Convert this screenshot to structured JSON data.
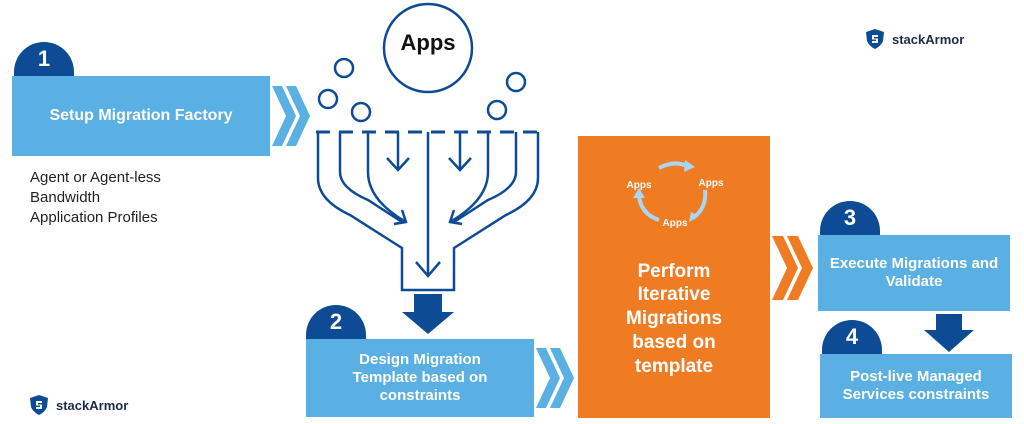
{
  "brand": {
    "name": "stackArmor"
  },
  "steps": [
    {
      "number": "1",
      "label": "Setup Migration Factory"
    },
    {
      "number": "2",
      "label": "Design Migration Template based on constraints"
    },
    {
      "number": "3",
      "label": "Execute Migrations and Validate"
    },
    {
      "number": "4",
      "label": "Post-live Managed Services constraints"
    }
  ],
  "notes": [
    "Agent or Agent-less",
    "Bandwidth",
    "Application Profiles"
  ],
  "funnel": {
    "label": "Apps"
  },
  "center": {
    "title": "Perform Iterative Migrations based on template",
    "cycle_labels": [
      "Apps",
      "Apps",
      "Apps"
    ]
  },
  "colors": {
    "light_blue": "#5aafe3",
    "dark_blue": "#0d4b95",
    "orange": "#ef7b22"
  }
}
